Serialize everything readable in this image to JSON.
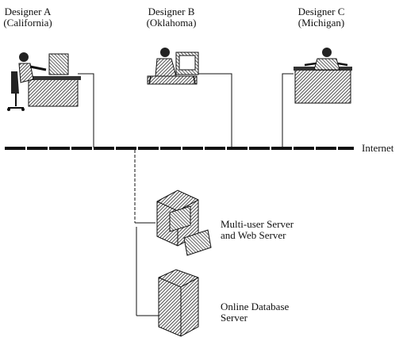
{
  "designers": [
    {
      "name": "Designer A",
      "location": "(California)"
    },
    {
      "name": "Designer B",
      "location": "(Oklahoma)"
    },
    {
      "name": "Designer C",
      "location": "(Michigan)"
    }
  ],
  "network_label": "Internet",
  "servers": [
    {
      "line1": "Multi-user Server",
      "line2": "and Web Server"
    },
    {
      "line1": "Online Database",
      "line2": "Server"
    }
  ],
  "colors": {
    "line": "#111111",
    "hatch": "#222222",
    "background": "#ffffff"
  }
}
